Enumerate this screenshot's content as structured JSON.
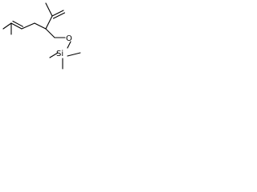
{
  "molecule": {
    "atoms": [
      {
        "id": "oxygen",
        "symbol": "O"
      },
      {
        "id": "silicon",
        "symbol": "Si"
      }
    ],
    "colors": {
      "bonds": "#000000",
      "labels": "#000000",
      "background": "#ffffff"
    }
  }
}
